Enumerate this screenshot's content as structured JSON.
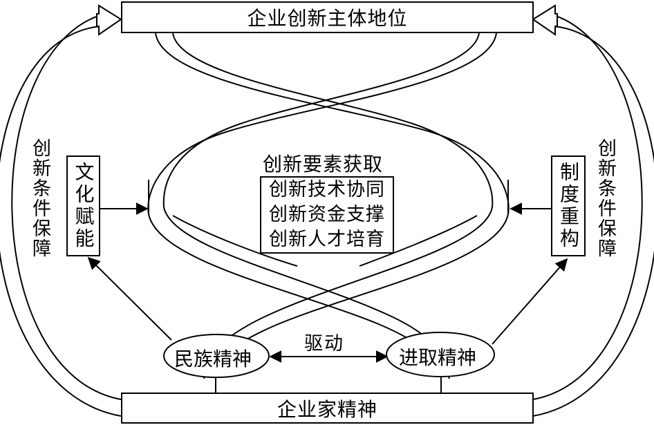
{
  "top_box": "企业创新主体地位",
  "bottom_box": "企业家精神",
  "left_side_label": "创新条件保障",
  "right_side_label": "创新条件保障",
  "left_inner_box": "文化赋能",
  "right_inner_box": "制度重构",
  "center_title": "创新要素获取",
  "center_items": [
    "创新技术协同",
    "创新资金支撑",
    "创新人才培育"
  ],
  "left_ellipse": "民族精神",
  "right_ellipse": "进取精神",
  "drive_label": "驱动"
}
